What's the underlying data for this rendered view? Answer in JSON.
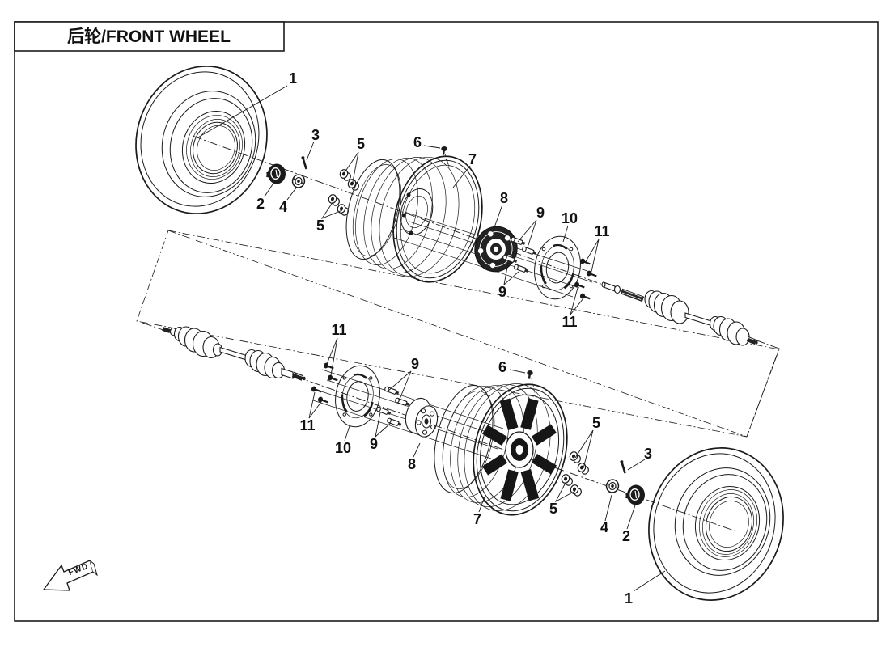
{
  "page": {
    "title": "后轮/FRONT WHEEL",
    "fwd": "FWD"
  },
  "colors": {
    "line": "#1a1a1a",
    "background": "#ffffff"
  },
  "callouts": {
    "u1": "1",
    "u2": "2",
    "u3": "3",
    "u4": "4",
    "u5a": "5",
    "u5b": "5",
    "u6": "6",
    "u7": "7",
    "u8": "8",
    "u9a": "9",
    "u9b": "9",
    "u10": "10",
    "u11a": "11",
    "u11b": "11",
    "l1": "1",
    "l2": "2",
    "l3": "3",
    "l4": "4",
    "l5a": "5",
    "l5b": "5",
    "l6": "6",
    "l7": "7",
    "l8": "8",
    "l9a": "9",
    "l9b": "9",
    "l10": "10",
    "l11a": "11",
    "l11b": "11"
  }
}
